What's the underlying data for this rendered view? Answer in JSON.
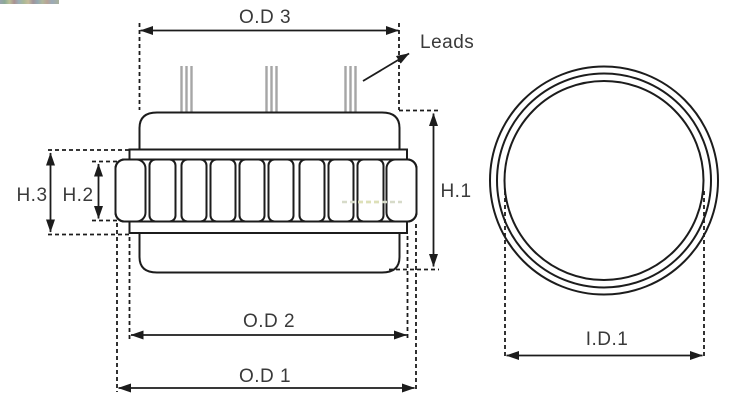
{
  "diagram": {
    "type": "technical-drawing-stator",
    "side_view": {
      "dimensions": {
        "od3": "O.D 3",
        "od2": "O.D 2",
        "od1": "O.D 1",
        "h1": "H.1",
        "h2": "H.2",
        "h3": "H.3"
      },
      "callout": {
        "leads": "Leads"
      }
    },
    "front_view": {
      "dimensions": {
        "id1": "I.D.1"
      }
    }
  },
  "colors": {
    "line": "#1c1c1c",
    "text": "#3a3a3a",
    "lead_wire": "#a6a6a6",
    "background": "#ffffff"
  }
}
